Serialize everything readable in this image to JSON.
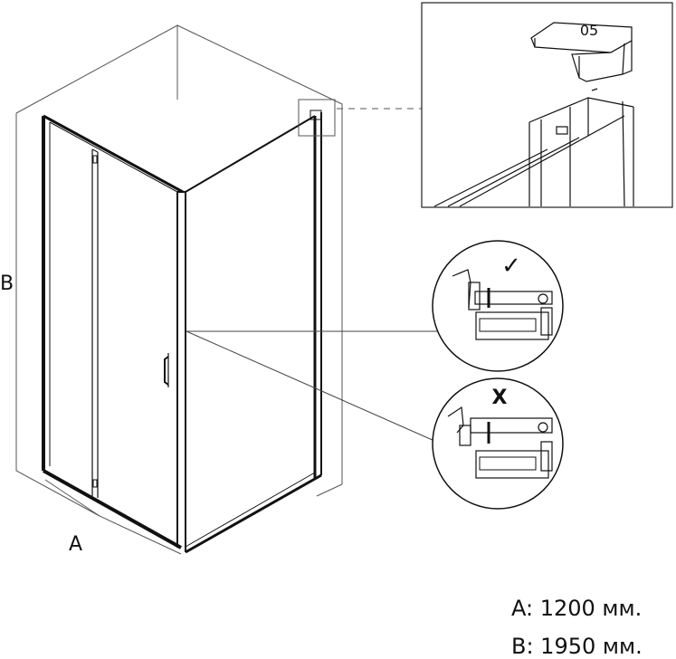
{
  "labels": {
    "width_marker": "A",
    "height_marker": "B",
    "part_number": "05",
    "correct_mark": "✓",
    "wrong_mark": "X"
  },
  "dimensions": {
    "a_line": "A: 1200 мм.",
    "b_line": "B: 1950 мм."
  }
}
